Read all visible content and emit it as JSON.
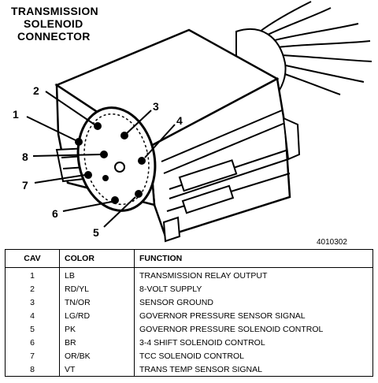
{
  "title": [
    "TRANSMISSION",
    "SOLENOID",
    "CONNECTOR"
  ],
  "figure_number": "4010302",
  "callouts": {
    "c1": "1",
    "c2": "2",
    "c3": "3",
    "c4": "4",
    "c5": "5",
    "c6": "6",
    "c7": "7",
    "c8": "8"
  },
  "table": {
    "headers": {
      "cav": "CAV",
      "color": "COLOR",
      "function": "FUNCTION"
    },
    "rows": [
      {
        "cav": "1",
        "color": "LB",
        "function": "TRANSMISSION RELAY OUTPUT"
      },
      {
        "cav": "2",
        "color": "RD/YL",
        "function": "8-VOLT SUPPLY"
      },
      {
        "cav": "3",
        "color": "TN/OR",
        "function": "SENSOR GROUND"
      },
      {
        "cav": "4",
        "color": "LG/RD",
        "function": "GOVERNOR PRESSURE SENSOR SIGNAL"
      },
      {
        "cav": "5",
        "color": "PK",
        "function": "GOVERNOR PRESSURE SOLENOID CONTROL"
      },
      {
        "cav": "6",
        "color": "BR",
        "function": "3-4 SHIFT SOLENOID CONTROL"
      },
      {
        "cav": "7",
        "color": "OR/BK",
        "function": "TCC SOLENOID CONTROL"
      },
      {
        "cav": "8",
        "color": "VT",
        "function": "TRANS TEMP SENSOR SIGNAL"
      }
    ]
  }
}
